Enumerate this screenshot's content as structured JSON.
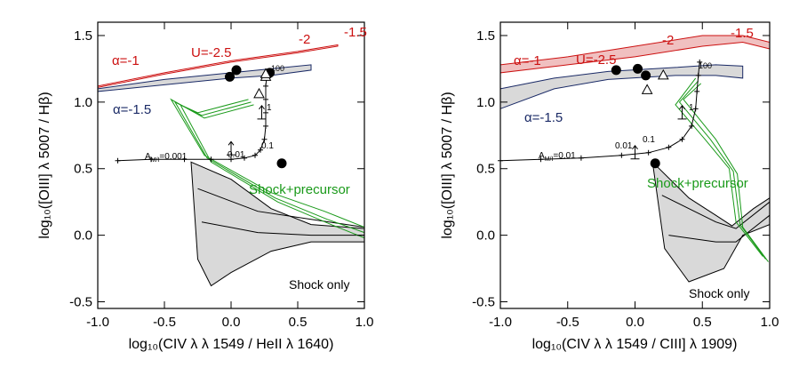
{
  "colors": {
    "red": "#cc1111",
    "blue": "#1a2a66",
    "green": "#1a9a1a",
    "grey_fill": "#d9d9d9",
    "pink_fill": "#f0c0c0",
    "black": "#000000"
  },
  "chart_data": [
    {
      "type": "scatter",
      "xlabel": "log₁₀(CIV λ λ 1549 / HeII λ 1640)",
      "ylabel": "log₁₀([OIII] λ 5007 / Hβ)",
      "xlim": [
        -1.0,
        1.0
      ],
      "ylim": [
        -0.55,
        1.6
      ],
      "xticks": [
        "-1.0",
        "-0.5",
        "0.0",
        "0.5",
        "1.0"
      ],
      "yticks": [
        "-0.5",
        "0.0",
        "0.5",
        "1.0",
        "1.5"
      ],
      "annotations": {
        "alpha1": "α=-1",
        "alpha15": "α=-1.5",
        "u25": "U=-2.5",
        "u2": "-2",
        "u15": "-1.5",
        "u100": "100",
        "a1": "1",
        "a01": "0.1",
        "a001": "0.01",
        "amp": "A",
        "amp_sub": "M/I",
        "amp_val": "=0.001",
        "shock_prec": "Shock+precursor",
        "shock_only": "Shock only"
      },
      "observations": [
        {
          "x": -0.01,
          "y": 1.19
        },
        {
          "x": 0.04,
          "y": 1.24
        },
        {
          "x": 0.29,
          "y": 1.22
        },
        {
          "x": 0.38,
          "y": 0.54
        }
      ],
      "triangles": [
        {
          "x": 0.21,
          "y": 1.06
        },
        {
          "x": 0.26,
          "y": 1.19
        },
        {
          "x": 0.26,
          "y": 1.21
        }
      ],
      "upper_limits": [
        {
          "x": 0.23,
          "y": 0.92
        },
        {
          "x": 0.0,
          "y": 0.65
        }
      ],
      "ionization_curve": [
        {
          "x": -0.85,
          "y": 0.56
        },
        {
          "x": -0.6,
          "y": 0.57
        },
        {
          "x": -0.35,
          "y": 0.57
        },
        {
          "x": -0.15,
          "y": 0.57
        },
        {
          "x": 0.0,
          "y": 0.57
        },
        {
          "x": 0.1,
          "y": 0.58
        },
        {
          "x": 0.18,
          "y": 0.6
        },
        {
          "x": 0.22,
          "y": 0.64
        },
        {
          "x": 0.25,
          "y": 0.72
        },
        {
          "x": 0.26,
          "y": 0.82
        },
        {
          "x": 0.26,
          "y": 0.92
        },
        {
          "x": 0.26,
          "y": 1.02
        },
        {
          "x": 0.26,
          "y": 1.12
        },
        {
          "x": 0.27,
          "y": 1.22
        }
      ],
      "red_band_upper": [
        {
          "x": -1.0,
          "y": 1.12
        },
        {
          "x": -0.5,
          "y": 1.22
        },
        {
          "x": 0.0,
          "y": 1.31
        },
        {
          "x": 0.5,
          "y": 1.38
        },
        {
          "x": 0.8,
          "y": 1.43
        }
      ],
      "red_band_lower": [
        {
          "x": -1.0,
          "y": 1.11
        },
        {
          "x": -0.5,
          "y": 1.21
        },
        {
          "x": 0.0,
          "y": 1.3
        },
        {
          "x": 0.5,
          "y": 1.37
        },
        {
          "x": 0.8,
          "y": 1.42
        }
      ],
      "blue_band_upper": [
        {
          "x": -1.0,
          "y": 1.1
        },
        {
          "x": -0.5,
          "y": 1.17
        },
        {
          "x": 0.0,
          "y": 1.22
        },
        {
          "x": 0.3,
          "y": 1.25
        },
        {
          "x": 0.6,
          "y": 1.28
        }
      ],
      "blue_band_lower": [
        {
          "x": -1.0,
          "y": 1.08
        },
        {
          "x": -0.5,
          "y": 1.13
        },
        {
          "x": 0.0,
          "y": 1.18
        },
        {
          "x": 0.3,
          "y": 1.2
        },
        {
          "x": 0.6,
          "y": 1.24
        }
      ],
      "shock_poly": [
        {
          "x": -0.3,
          "y": 0.55
        },
        {
          "x": 0.0,
          "y": 0.42
        },
        {
          "x": 0.3,
          "y": 0.2
        },
        {
          "x": 0.6,
          "y": 0.08
        },
        {
          "x": 1.0,
          "y": 0.05
        },
        {
          "x": 1.0,
          "y": -0.05
        },
        {
          "x": 0.6,
          "y": -0.05
        },
        {
          "x": 0.3,
          "y": -0.12
        },
        {
          "x": 0.0,
          "y": -0.28
        },
        {
          "x": -0.15,
          "y": -0.38
        },
        {
          "x": -0.25,
          "y": -0.18
        }
      ],
      "shock_lines": [
        [
          {
            "x": -0.25,
            "y": 0.35
          },
          {
            "x": 0.2,
            "y": 0.18
          },
          {
            "x": 0.6,
            "y": 0.12
          },
          {
            "x": 1.0,
            "y": 0.06
          }
        ],
        [
          {
            "x": -0.22,
            "y": 0.1
          },
          {
            "x": 0.2,
            "y": 0.02
          },
          {
            "x": 0.6,
            "y": 0.0
          },
          {
            "x": 1.0,
            "y": 0.0
          }
        ]
      ],
      "green_lines": [
        [
          {
            "x": 0.17,
            "y": 0.98
          },
          {
            "x": -0.2,
            "y": 0.88
          },
          {
            "x": -0.45,
            "y": 1.02
          },
          {
            "x": -0.2,
            "y": 0.6
          },
          {
            "x": 0.3,
            "y": 0.32
          },
          {
            "x": 0.7,
            "y": 0.18
          },
          {
            "x": 1.0,
            "y": 0.06
          }
        ],
        [
          {
            "x": 0.15,
            "y": 1.0
          },
          {
            "x": -0.22,
            "y": 0.9
          },
          {
            "x": -0.42,
            "y": 1.0
          },
          {
            "x": -0.18,
            "y": 0.58
          },
          {
            "x": 0.33,
            "y": 0.28
          },
          {
            "x": 0.72,
            "y": 0.12
          },
          {
            "x": 1.0,
            "y": 0.02
          }
        ],
        [
          {
            "x": 0.13,
            "y": 1.02
          },
          {
            "x": -0.25,
            "y": 0.92
          },
          {
            "x": -0.38,
            "y": 0.98
          },
          {
            "x": -0.15,
            "y": 0.55
          },
          {
            "x": 0.35,
            "y": 0.25
          },
          {
            "x": 0.75,
            "y": 0.08
          },
          {
            "x": 1.0,
            "y": -0.02
          }
        ]
      ]
    },
    {
      "type": "scatter",
      "xlabel": "log₁₀(CIV λ λ 1549 / CIII] λ 1909)",
      "ylabel": "log₁₀([OIII] λ 5007 / Hβ)",
      "xlim": [
        -1.0,
        1.0
      ],
      "ylim": [
        -0.55,
        1.6
      ],
      "xticks": [
        "-1.0",
        "-0.5",
        "0.0",
        "0.5",
        "1.0"
      ],
      "yticks": [
        "-0.5",
        "0.0",
        "0.5",
        "1.0",
        "1.5"
      ],
      "annotations": {
        "alpha1": "α=-1",
        "alpha15": "α=-1.5",
        "u25": "U=-2.5",
        "u2": "-2",
        "u15": "-1.5",
        "u100": "100",
        "a1": "1",
        "a01": "0.1",
        "a001": "0.01",
        "amp": "A",
        "amp_sub": "M/I",
        "amp_val": "=0.01",
        "shock_prec": "Shock+precursor",
        "shock_only": "Shock only"
      },
      "observations": [
        {
          "x": -0.14,
          "y": 1.24
        },
        {
          "x": 0.02,
          "y": 1.25
        },
        {
          "x": 0.08,
          "y": 1.2
        },
        {
          "x": 0.15,
          "y": 0.54
        }
      ],
      "triangles": [
        {
          "x": 0.09,
          "y": 1.09
        },
        {
          "x": 0.21,
          "y": 1.2
        }
      ],
      "upper_limits": [
        {
          "x": 0.35,
          "y": 0.92
        },
        {
          "x": 0.0,
          "y": 0.62
        }
      ],
      "ionization_curve": [
        {
          "x": -1.0,
          "y": 0.56
        },
        {
          "x": -0.7,
          "y": 0.57
        },
        {
          "x": -0.4,
          "y": 0.58
        },
        {
          "x": -0.1,
          "y": 0.6
        },
        {
          "x": 0.1,
          "y": 0.62
        },
        {
          "x": 0.25,
          "y": 0.66
        },
        {
          "x": 0.35,
          "y": 0.72
        },
        {
          "x": 0.42,
          "y": 0.82
        },
        {
          "x": 0.45,
          "y": 0.95
        },
        {
          "x": 0.46,
          "y": 1.08
        },
        {
          "x": 0.47,
          "y": 1.2
        },
        {
          "x": 0.48,
          "y": 1.3
        }
      ],
      "red_band_upper": [
        {
          "x": -1.0,
          "y": 1.28
        },
        {
          "x": -0.5,
          "y": 1.34
        },
        {
          "x": 0.0,
          "y": 1.42
        },
        {
          "x": 0.5,
          "y": 1.5
        },
        {
          "x": 0.8,
          "y": 1.5
        },
        {
          "x": 1.0,
          "y": 1.45
        }
      ],
      "red_band_lower": [
        {
          "x": -1.0,
          "y": 1.22
        },
        {
          "x": -0.5,
          "y": 1.28
        },
        {
          "x": 0.0,
          "y": 1.34
        },
        {
          "x": 0.5,
          "y": 1.42
        },
        {
          "x": 0.8,
          "y": 1.45
        },
        {
          "x": 1.0,
          "y": 1.4
        }
      ],
      "blue_band_upper": [
        {
          "x": -1.0,
          "y": 1.1
        },
        {
          "x": -0.6,
          "y": 1.18
        },
        {
          "x": -0.2,
          "y": 1.23
        },
        {
          "x": 0.3,
          "y": 1.26
        },
        {
          "x": 0.6,
          "y": 1.28
        },
        {
          "x": 0.8,
          "y": 1.27
        }
      ],
      "blue_band_lower": [
        {
          "x": -1.0,
          "y": 0.95
        },
        {
          "x": -0.6,
          "y": 1.1
        },
        {
          "x": -0.2,
          "y": 1.17
        },
        {
          "x": 0.3,
          "y": 1.2
        },
        {
          "x": 0.6,
          "y": 1.2
        },
        {
          "x": 0.8,
          "y": 1.18
        }
      ],
      "shock_poly": [
        {
          "x": 0.13,
          "y": 0.55
        },
        {
          "x": 0.4,
          "y": 0.28
        },
        {
          "x": 0.6,
          "y": 0.15
        },
        {
          "x": 0.72,
          "y": 0.07
        },
        {
          "x": 0.88,
          "y": 0.2
        },
        {
          "x": 1.0,
          "y": 0.28
        },
        {
          "x": 1.0,
          "y": 0.08
        },
        {
          "x": 0.8,
          "y": 0.0
        },
        {
          "x": 0.66,
          "y": -0.25
        },
        {
          "x": 0.4,
          "y": -0.35
        },
        {
          "x": 0.22,
          "y": -0.1
        }
      ],
      "shock_lines": [
        [
          {
            "x": 0.2,
            "y": 0.3
          },
          {
            "x": 0.6,
            "y": 0.1
          },
          {
            "x": 0.75,
            "y": 0.05
          },
          {
            "x": 1.0,
            "y": 0.25
          }
        ],
        [
          {
            "x": 0.25,
            "y": 0.0
          },
          {
            "x": 0.6,
            "y": -0.05
          },
          {
            "x": 0.75,
            "y": -0.05
          },
          {
            "x": 1.0,
            "y": 0.15
          }
        ]
      ],
      "green_lines": [
        [
          {
            "x": 0.45,
            "y": 1.18
          },
          {
            "x": 0.3,
            "y": 0.98
          },
          {
            "x": 0.52,
            "y": 0.72
          },
          {
            "x": 0.7,
            "y": 0.5
          },
          {
            "x": 0.75,
            "y": 0.1
          },
          {
            "x": 0.95,
            "y": -0.16
          }
        ],
        [
          {
            "x": 0.47,
            "y": 1.16
          },
          {
            "x": 0.33,
            "y": 1.0
          },
          {
            "x": 0.56,
            "y": 0.72
          },
          {
            "x": 0.73,
            "y": 0.48
          },
          {
            "x": 0.78,
            "y": 0.08
          },
          {
            "x": 0.97,
            "y": -0.18
          }
        ],
        [
          {
            "x": 0.49,
            "y": 1.14
          },
          {
            "x": 0.36,
            "y": 1.02
          },
          {
            "x": 0.6,
            "y": 0.72
          },
          {
            "x": 0.76,
            "y": 0.46
          },
          {
            "x": 0.8,
            "y": 0.06
          },
          {
            "x": 0.99,
            "y": -0.2
          }
        ]
      ]
    }
  ]
}
